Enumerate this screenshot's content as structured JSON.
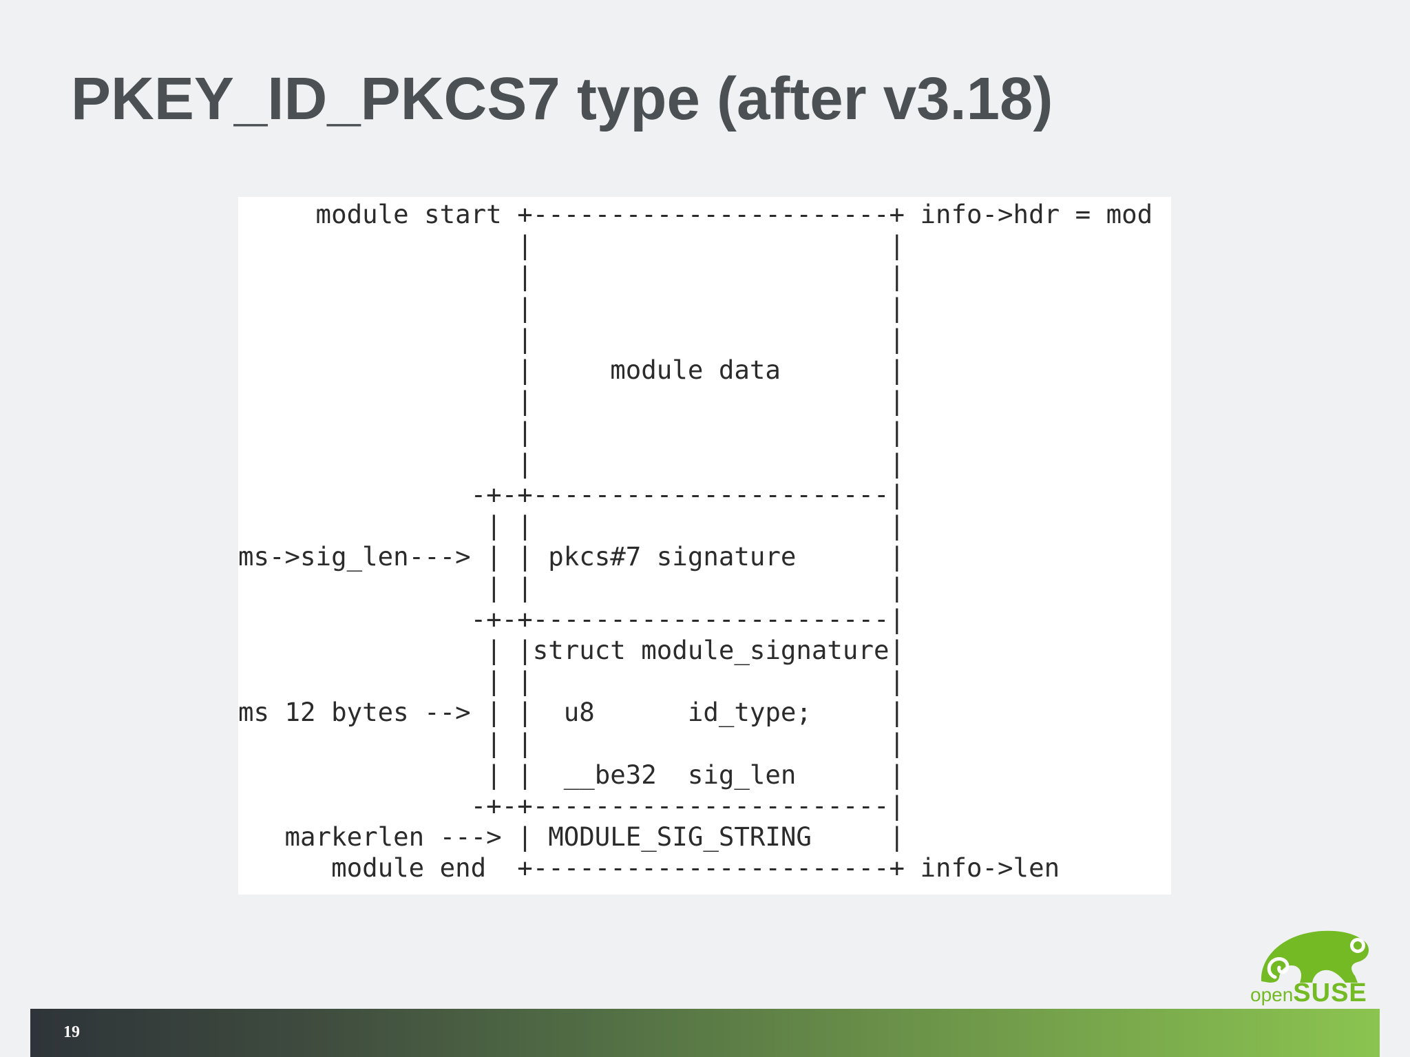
{
  "slide": {
    "title": "PKEY_ID_PKCS7 type (after v3.18)",
    "page_number": "19"
  },
  "diagram": {
    "lines": [
      "     module start +-----------------------+ info->hdr = mod",
      "                  |                       |",
      "                  |                       |",
      "                  |                       |",
      "                  |                       |",
      "                  |     module data       |",
      "                  |                       |",
      "                  |                       |",
      "                  |                       |",
      "               -+-+-----------------------|",
      "                | |                       |",
      "ms->sig_len---> | | pkcs#7 signature      |",
      "                | |                       |",
      "               -+-+-----------------------|",
      "                | |struct module_signature|",
      "                | |                       |",
      "ms 12 bytes --> | |  u8      id_type;     |",
      "                | |                       |",
      "                | |  __be32  sig_len      |",
      "               -+-+-----------------------|",
      "   markerlen ---> | MODULE_SIG_STRING     |",
      "      module end  +-----------------------+ info->len"
    ]
  },
  "logo": {
    "text_open": "open",
    "text_suse": "SUSE",
    "icon": "opensuse-chameleon-icon",
    "color": "#73ba25"
  },
  "colors": {
    "background": "#f0f1f2",
    "title": "#4a5053",
    "footer_start": "#2e3439",
    "footer_end": "#8bc450"
  }
}
